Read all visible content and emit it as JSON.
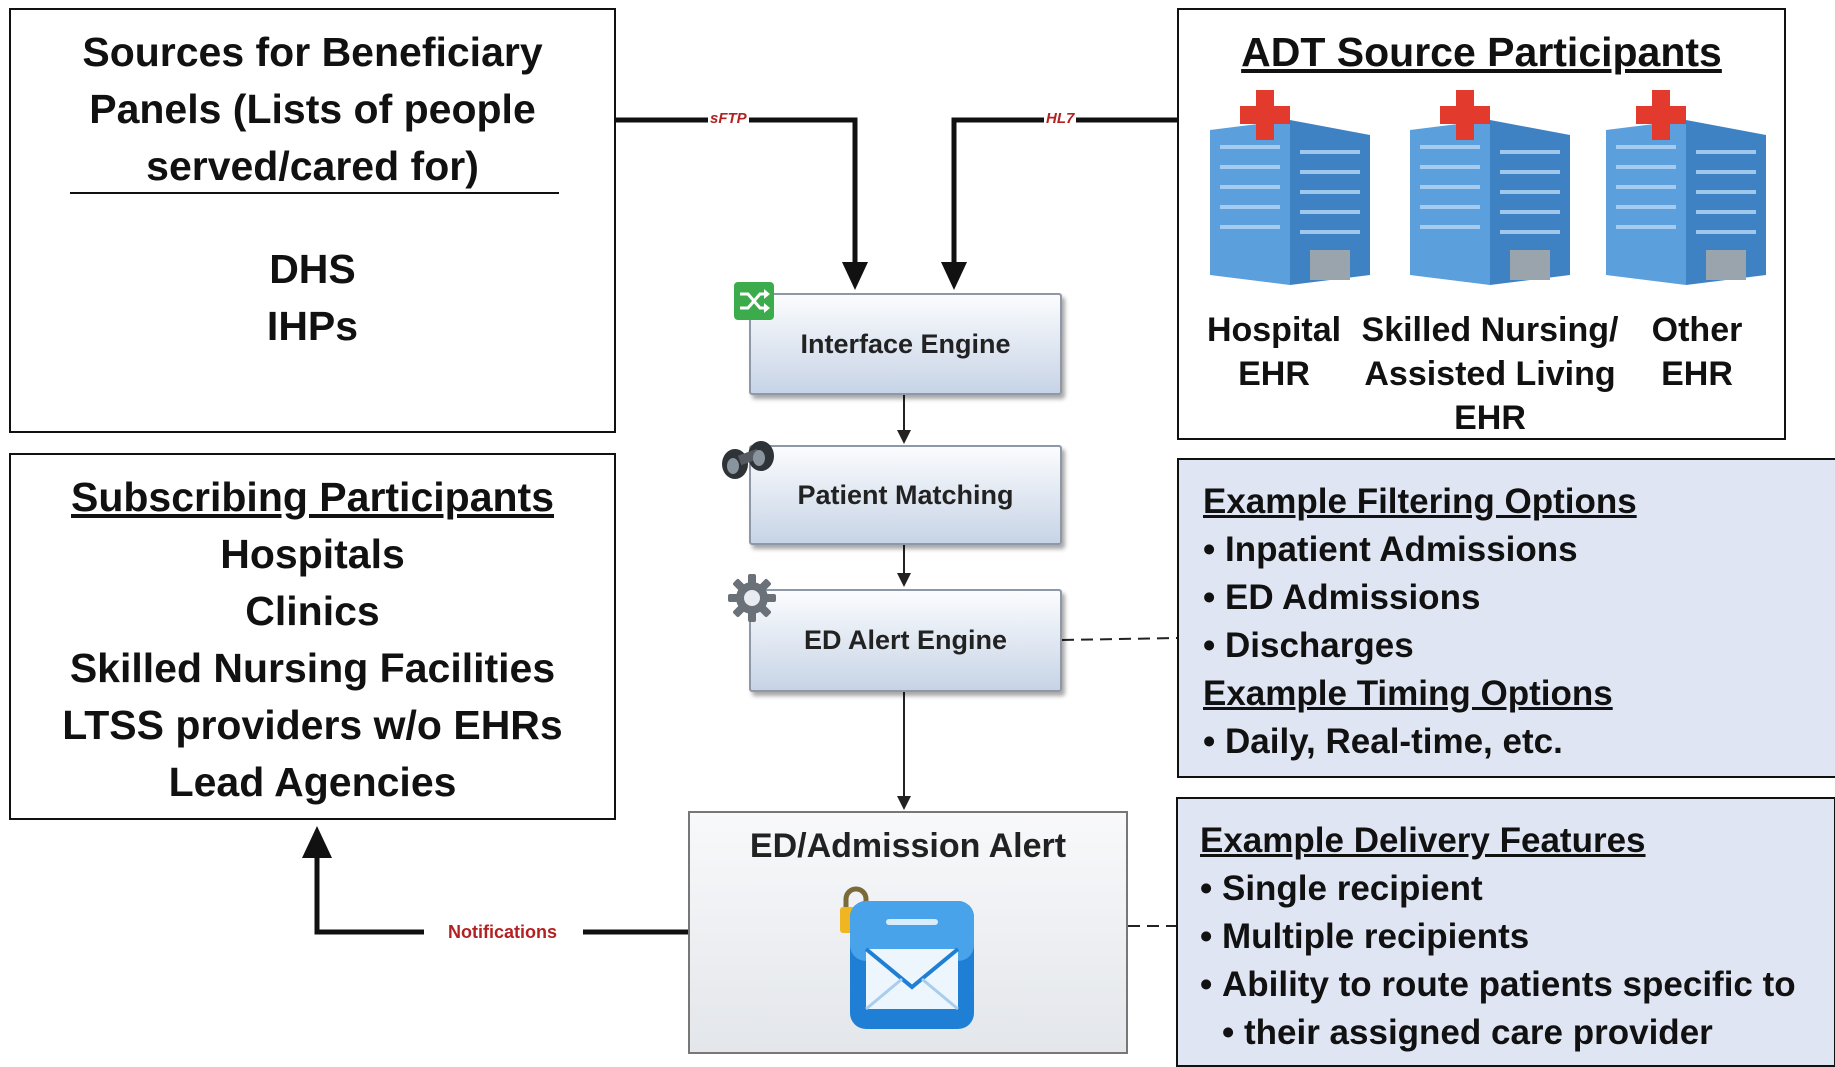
{
  "sources_box": {
    "title_lines": [
      "Sources for Beneficiary",
      "Panels (Lists of people",
      "served/cared for)"
    ],
    "items": [
      "DHS",
      "IHPs"
    ]
  },
  "adt_box": {
    "title": "ADT Source Participants",
    "buildings": [
      {
        "lines": [
          "Hospital",
          "EHR"
        ]
      },
      {
        "lines": [
          "Skilled Nursing/",
          "Assisted Living",
          "EHR"
        ]
      },
      {
        "lines": [
          "Other",
          "EHR"
        ]
      }
    ]
  },
  "subscribing_box": {
    "title": "Subscribing Participants",
    "items": [
      "Hospitals",
      "Clinics",
      "Skilled Nursing Facilities",
      "LTSS providers w/o EHRs",
      "Lead Agencies"
    ]
  },
  "filtering_box": {
    "heading1": "Example Filtering Options",
    "items1": [
      "Inpatient Admissions",
      "ED Admissions",
      "Discharges"
    ],
    "heading2": "Example Timing Options",
    "items2": [
      "Daily, Real-time, etc."
    ]
  },
  "delivery_box": {
    "heading": "Example Delivery Features",
    "items": [
      "Single recipient",
      "Multiple recipients",
      "Ability to route patients specific to"
    ],
    "continuation": "their assigned care provider"
  },
  "process": {
    "interface_engine": "Interface Engine",
    "patient_matching": "Patient Matching",
    "ed_alert_engine": "ED Alert Engine",
    "ed_admission_alert": "ED/Admission Alert"
  },
  "connectors": {
    "sftp": "sFTP",
    "hl7": "HL7",
    "notifications": "Notifications"
  },
  "colors": {
    "panel_blue": "#dfe5f2",
    "connector_red": "#b22222",
    "building_blue": "#4f96d6",
    "cross_red": "#e23b2e",
    "icon_green": "#3cab4b"
  },
  "icons": [
    "shuffle-icon",
    "binoculars-icon",
    "gear-icon",
    "lock-icon",
    "envelope-icon",
    "hospital-building-icon"
  ]
}
